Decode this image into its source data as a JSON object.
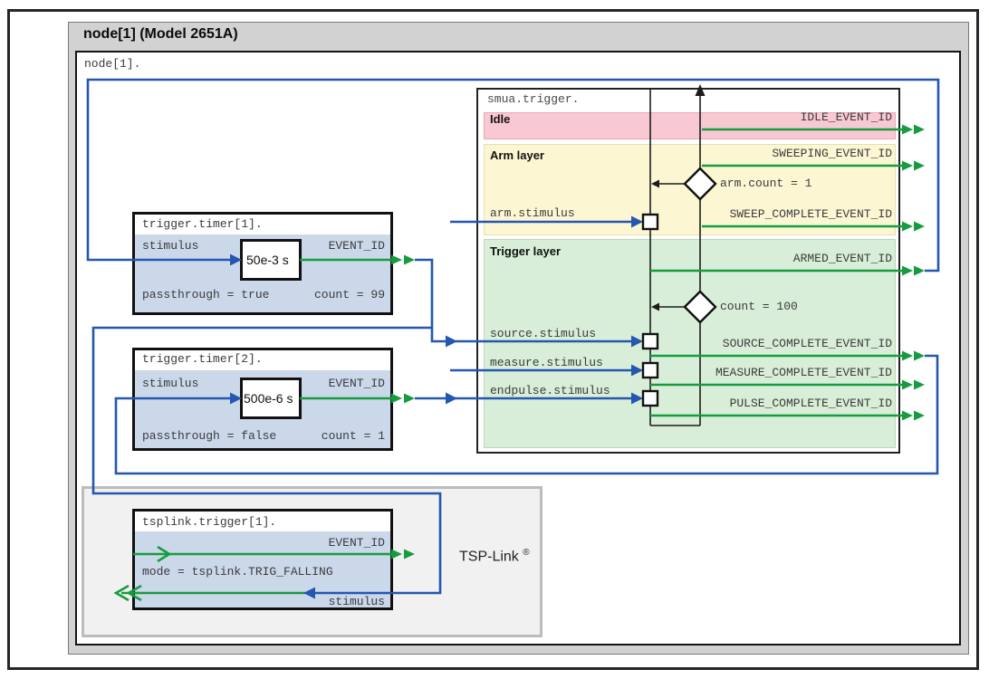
{
  "node": {
    "title": "node[1] (Model 2651A)",
    "label": "node[1]."
  },
  "smua": {
    "header": "smua.trigger.",
    "idle_label": "Idle",
    "idle_event": "IDLE_EVENT_ID",
    "arm_label": "Arm layer",
    "sweeping_event": "SWEEPING_EVENT_ID",
    "arm_count": "arm.count = 1",
    "arm_stimulus": "arm.stimulus",
    "sweep_complete_event": "SWEEP_COMPLETE_EVENT_ID",
    "trigger_label": "Trigger layer",
    "armed_event": "ARMED_EVENT_ID",
    "trigger_count": "count = 100",
    "source_stimulus": "source.stimulus",
    "source_complete_event": "SOURCE_COMPLETE_EVENT_ID",
    "measure_stimulus": "measure.stimulus",
    "measure_complete_event": "MEASURE_COMPLETE_EVENT_ID",
    "endpulse_stimulus": "endpulse.stimulus",
    "pulse_complete_event": "PULSE_COMPLETE_EVENT_ID"
  },
  "timer1": {
    "header": "trigger.timer[1].",
    "stimulus": "stimulus",
    "event": "EVENT_ID",
    "delay": "50e-3 s",
    "passthrough": "passthrough = true",
    "count": "count = 99"
  },
  "timer2": {
    "header": "trigger.timer[2].",
    "stimulus": "stimulus",
    "event": "EVENT_ID",
    "delay": "500e-6 s",
    "passthrough": "passthrough = false",
    "count": "count = 1"
  },
  "tsplink": {
    "group_label": "TSP-Link",
    "group_label_sup": "®",
    "header": "tsplink.trigger[1].",
    "event": "EVENT_ID",
    "mode": "mode = tsplink.TRIG_FALLING",
    "stimulus": "stimulus"
  },
  "colors": {
    "event_line_green": "#169c3e",
    "stimulus_line_blue": "#2457b0",
    "idle_band": "#f8c9d2",
    "arm_band": "#fdf6d3",
    "trigger_band": "#d9eed8",
    "timer_body": "#cbd8ea",
    "node_background": "#d2d2d2",
    "tsplink_background": "#f1f1f1"
  }
}
